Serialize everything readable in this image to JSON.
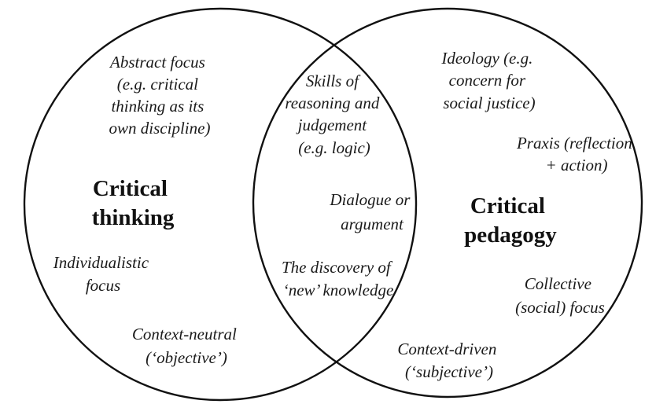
{
  "colors": {
    "stroke": "#111111",
    "text": "#1a1a1a",
    "background": "#ffffff"
  },
  "left_set": {
    "title": [
      "Critical",
      "thinking"
    ],
    "items": {
      "abstract_focus": [
        "Abstract focus",
        "(e.g. critical",
        "thinking as its",
        "own discipline)"
      ],
      "individualistic_focus": [
        "Individualistic",
        "focus"
      ],
      "context_neutral": [
        "Context-neutral",
        "(‘objective’)"
      ]
    }
  },
  "right_set": {
    "title": [
      "Critical",
      "pedagogy"
    ],
    "items": {
      "ideology": [
        "Ideology (e.g.",
        "concern for",
        "social justice)"
      ],
      "praxis": [
        "Praxis (reflection",
        "+ action)"
      ],
      "collective_focus": [
        "Collective",
        "(social) focus"
      ],
      "context_driven": [
        "Context-driven",
        "(‘subjective’)"
      ]
    }
  },
  "overlap": {
    "items": {
      "skills": [
        "Skills of",
        "reasoning and",
        "judgement",
        "(e.g. logic)"
      ],
      "dialogue": [
        "Dialogue or",
        "argument"
      ],
      "discovery": [
        "The discovery of",
        "‘new’ knowledge"
      ]
    }
  }
}
